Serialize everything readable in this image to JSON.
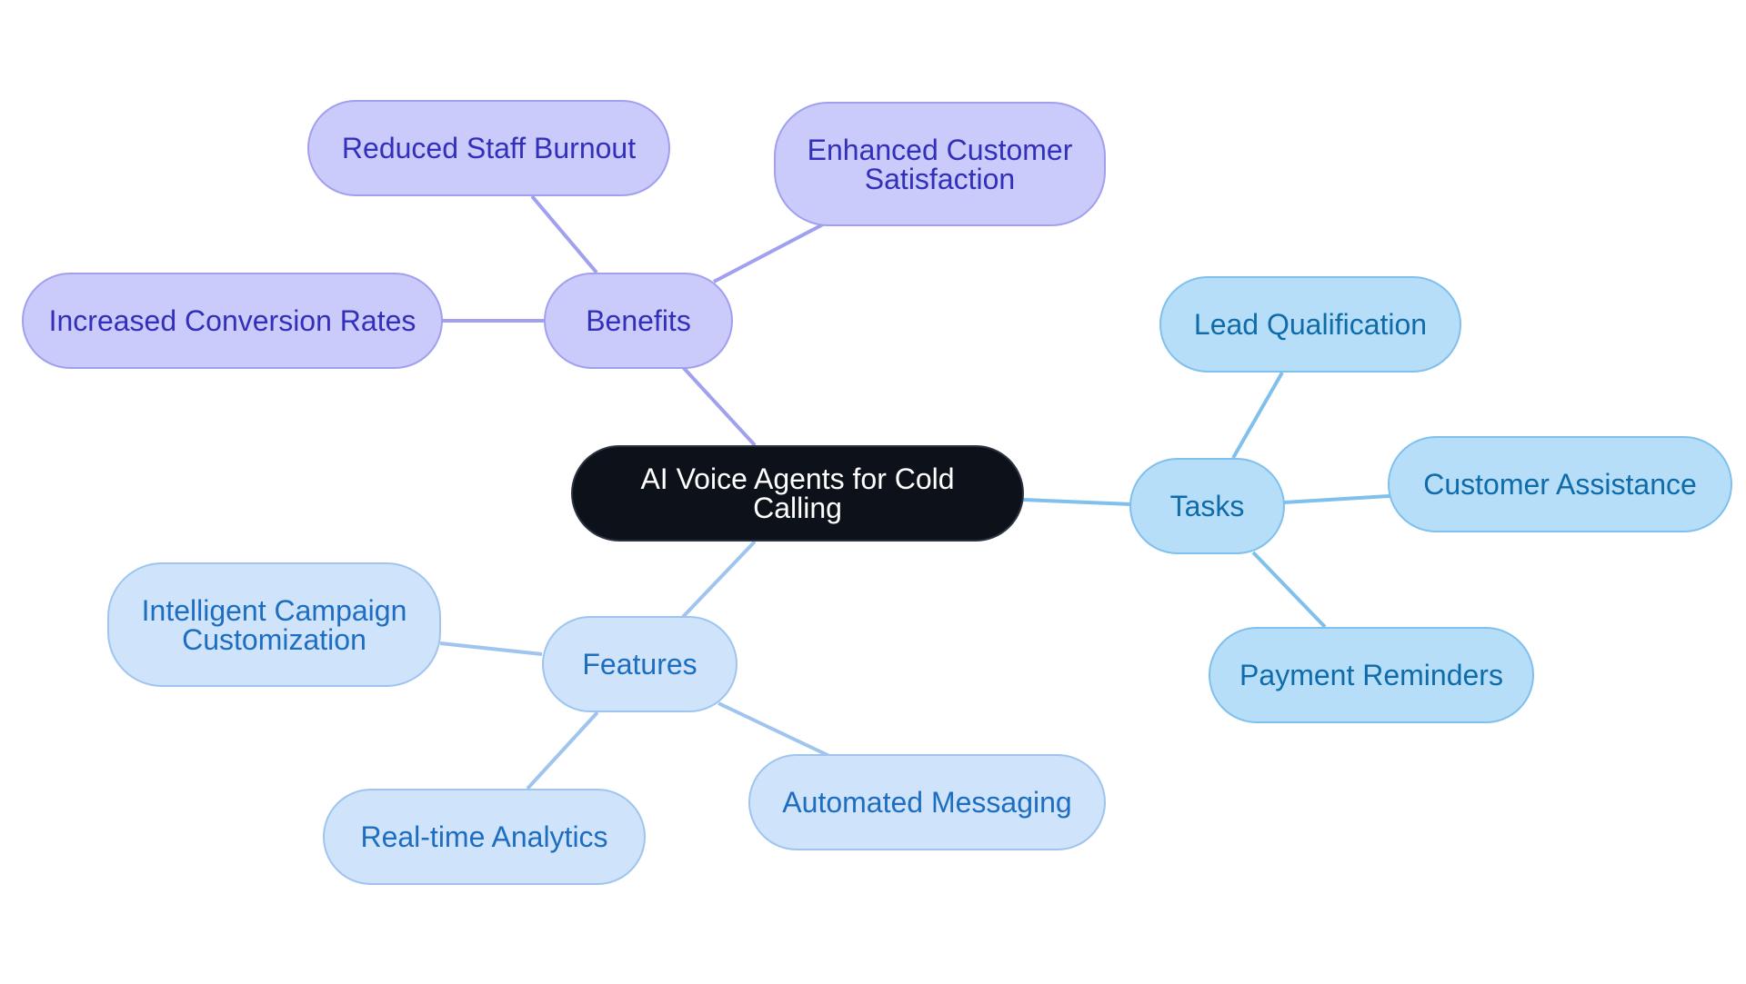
{
  "diagram": {
    "root": {
      "label": "AI Voice Agents for Cold Calling"
    },
    "branches": {
      "benefits": {
        "label": "Benefits",
        "color": "#a1a0ee",
        "children": [
          {
            "label": "Reduced Staff Burnout"
          },
          {
            "label": "Enhanced Customer\nSatisfaction"
          },
          {
            "label": "Increased Conversion Rates"
          }
        ]
      },
      "tasks": {
        "label": "Tasks",
        "color": "#7fc0ec",
        "children": [
          {
            "label": "Lead Qualification"
          },
          {
            "label": "Customer Assistance"
          },
          {
            "label": "Payment Reminders"
          }
        ]
      },
      "features": {
        "label": "Features",
        "color": "#9fc5ef",
        "children": [
          {
            "label": "Intelligent Campaign\nCustomization"
          },
          {
            "label": "Automated Messaging"
          },
          {
            "label": "Real-time Analytics"
          }
        ]
      }
    }
  }
}
